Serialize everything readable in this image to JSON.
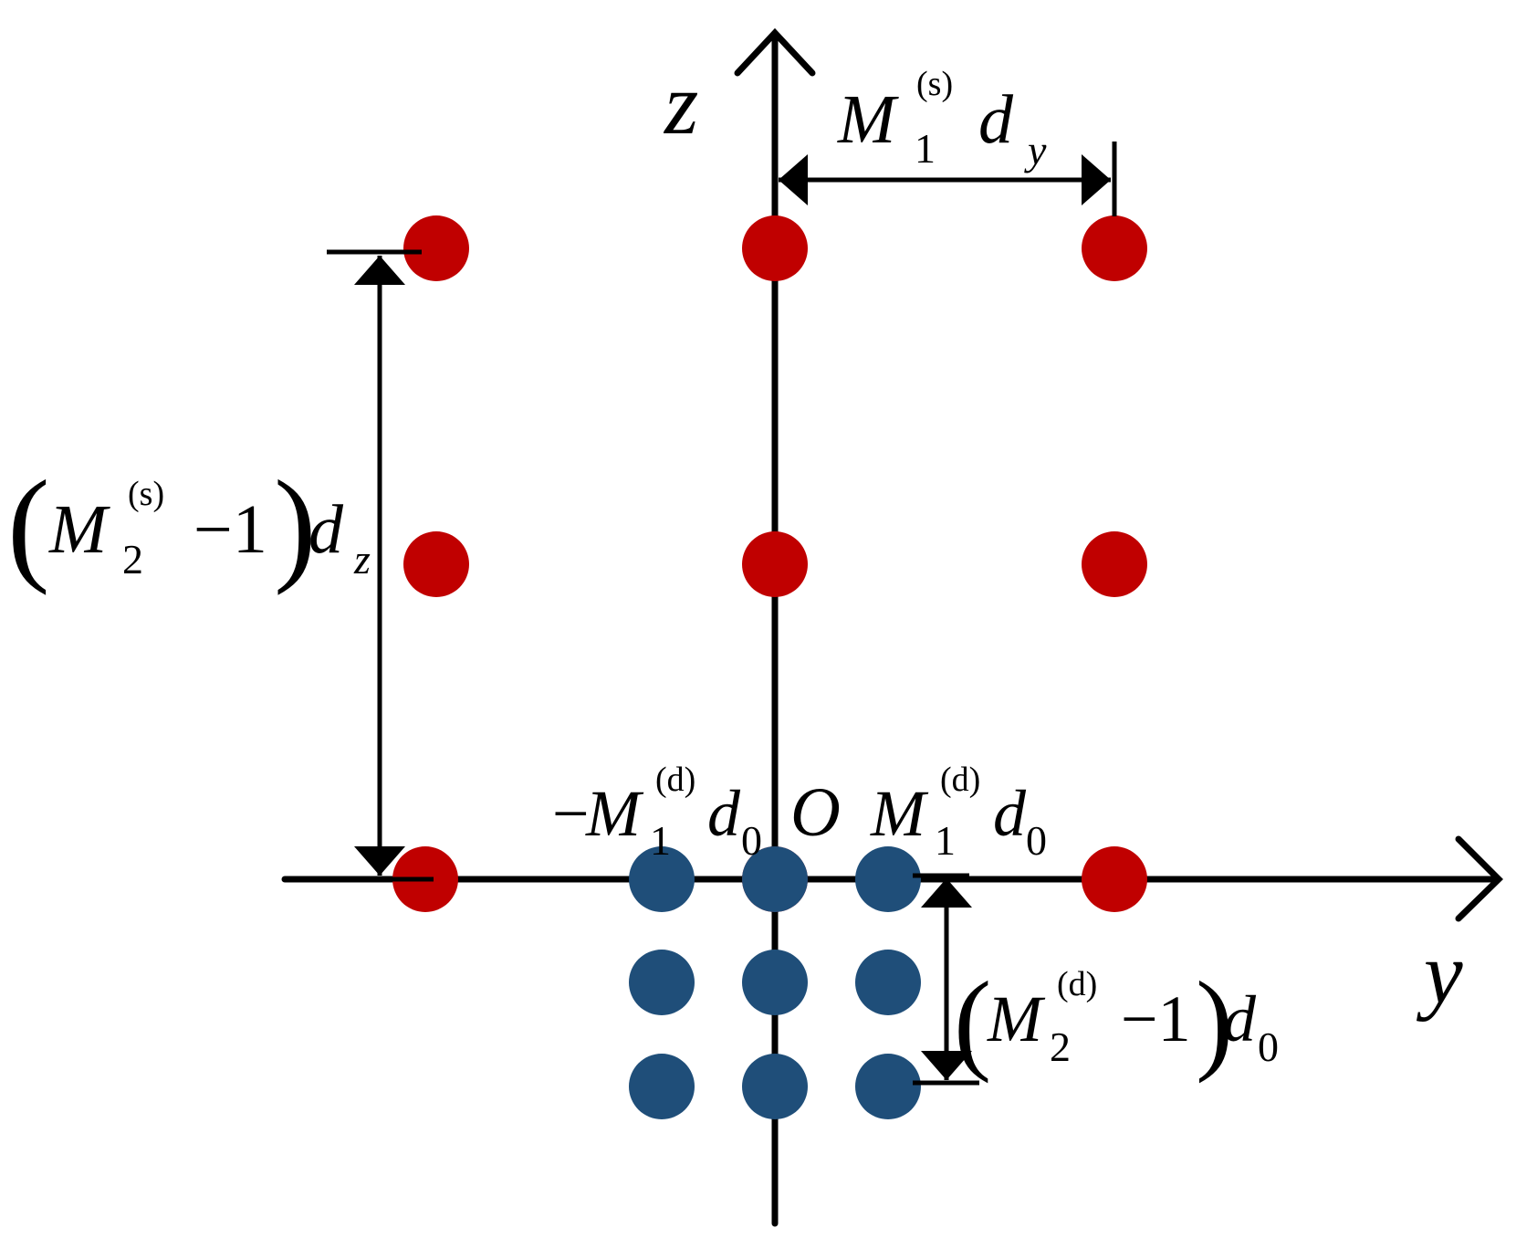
{
  "colors": {
    "sparse_element": "#c00000",
    "dense_element": "#1f4e79",
    "line": "#000000",
    "background": "#ffffff"
  },
  "axes": {
    "z_label": "z",
    "y_label": "y",
    "origin_label": "O"
  },
  "annotations": {
    "m1s_dy": {
      "main": "M",
      "sub": "1",
      "sup": "(s)",
      "factor": "d",
      "factor_sub": "y"
    },
    "m2s_dz": {
      "open": "(",
      "main": "M",
      "sub": "2",
      "sup": "(s)",
      "minus_one": "−1",
      "close": ")",
      "factor": "d",
      "factor_sub": "z"
    },
    "neg_m1d_d0": {
      "sign": "−",
      "main": "M",
      "sub": "1",
      "sup": "(d)",
      "factor": "d",
      "factor_sub": "0"
    },
    "m1d_d0": {
      "main": "M",
      "sub": "1",
      "sup": "(d)",
      "factor": "d",
      "factor_sub": "0"
    },
    "m2d_d0": {
      "open": "(",
      "main": "M",
      "sub": "2",
      "sup": "(d)",
      "minus_one": "−1",
      "close": ")",
      "factor": "d",
      "factor_sub": "0"
    }
  },
  "elements": {
    "sparse_grid": {
      "columns": 3,
      "rows": 3
    },
    "dense_grid": {
      "columns": 3,
      "rows": 3
    }
  }
}
